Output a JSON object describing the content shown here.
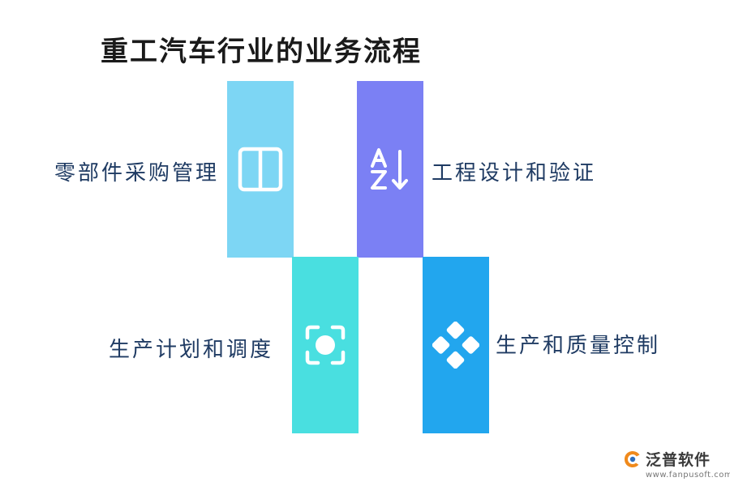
{
  "title": "重工汽车行业的业务流程",
  "steps": [
    {
      "label": "零部件采购管理",
      "icon": "columns-icon",
      "color": "#7dd6f4"
    },
    {
      "label": "工程设计和验证",
      "icon": "sort-az-icon",
      "color": "#7b80f4"
    },
    {
      "label": "生产计划和调度",
      "icon": "focus-icon",
      "color": "#49dfe0"
    },
    {
      "label": "生产和质量控制",
      "icon": "diamond-grid-icon",
      "color": "#22a6ee"
    }
  ],
  "watermark": {
    "brand": "泛普软件",
    "url": "www.fanpusoft.com"
  }
}
